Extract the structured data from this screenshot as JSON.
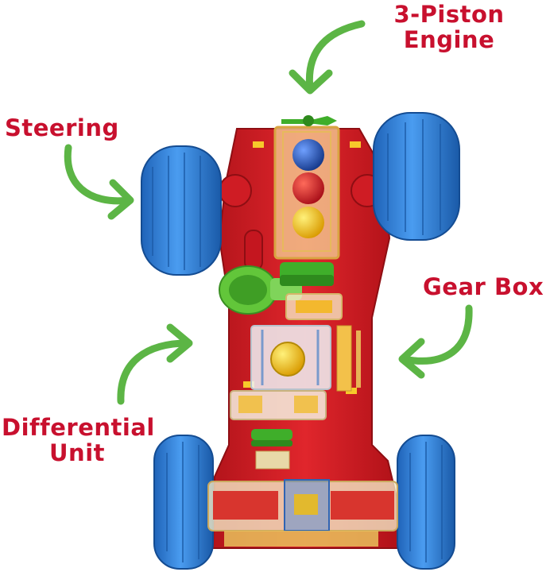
{
  "labels": {
    "engine_line1": "3-Piston",
    "engine_line2": "Engine",
    "steering": "Steering",
    "gear_box": "Gear Box",
    "diff_line1": "Differential",
    "diff_line2": "Unit"
  },
  "colors": {
    "label_red": "#c8102e",
    "arrow_green": "#5cb545",
    "body_red": "#d71f26",
    "wheel_blue": "#2f7fd6",
    "piston_blue": "#1c4fb8",
    "piston_red": "#d8202a",
    "piston_yellow": "#f4c51a",
    "gear_green": "#3fae2a"
  }
}
